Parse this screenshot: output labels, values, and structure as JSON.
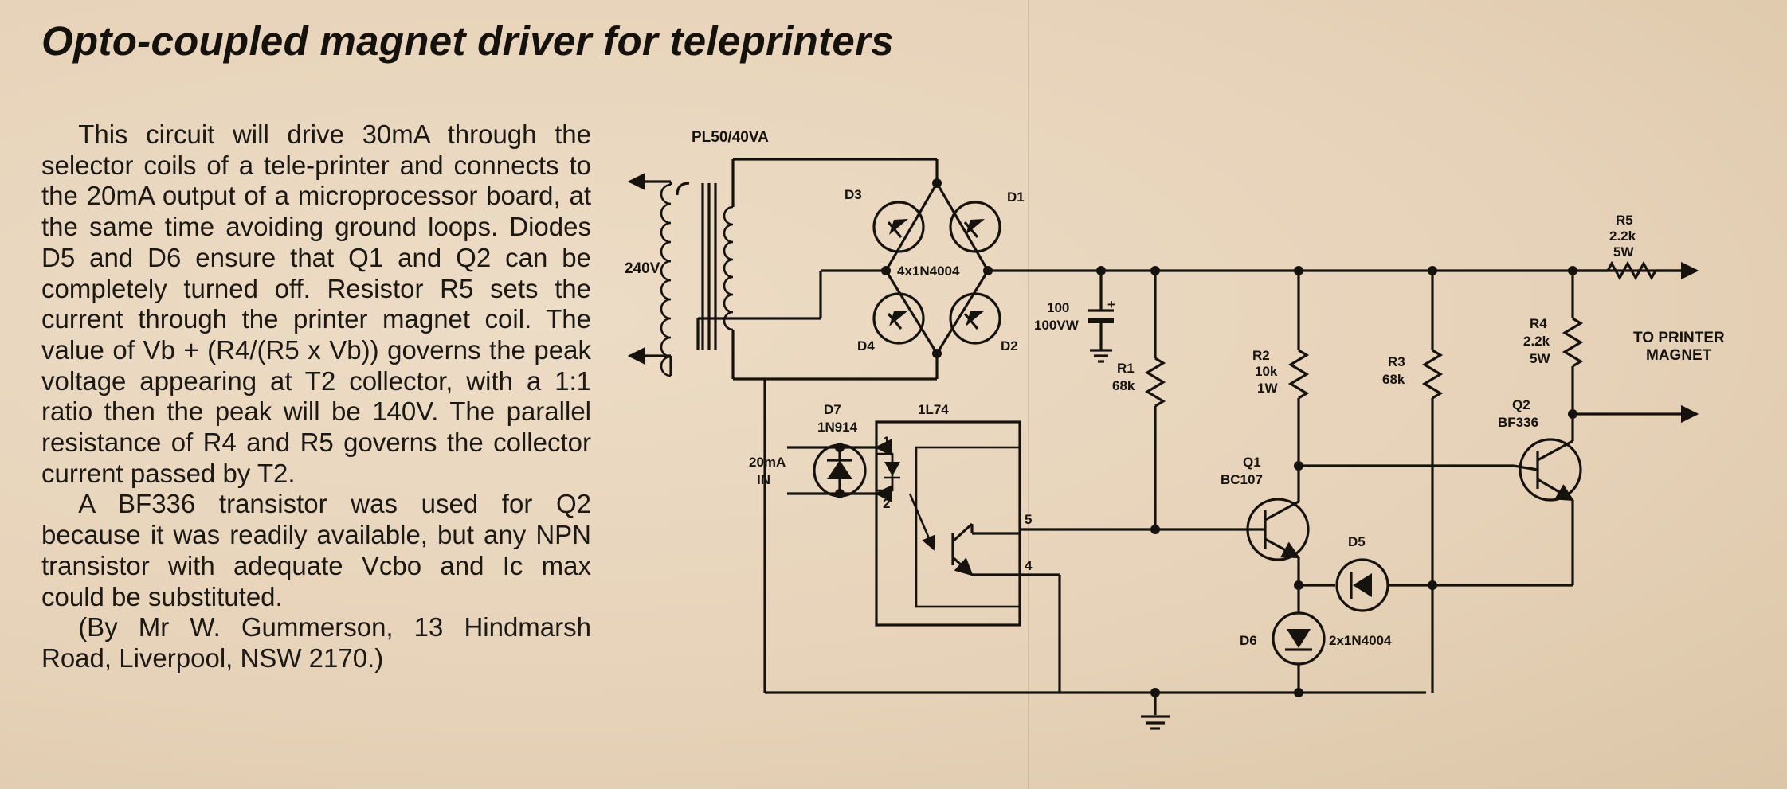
{
  "title": "Opto-coupled magnet driver for teleprinters",
  "article": {
    "paragraphs": [
      "This circuit will drive 30mA through the selector coils of a tele-printer and connects to the 20mA output of a microprocessor board, at the same time avoiding ground loops. Diodes D5 and D6 ensure that Q1 and Q2 can be completely turned off. Resistor R5 sets the current through the printer magnet coil. The value of Vb + (R4/(R5 x Vb)) governs the peak voltage appearing at T2 collector, with a 1:1 ratio then the peak will be 140V. The parallel resistance of R4 and R5 governs the collector current passed by T2.",
      "A BF336 transistor was used for Q2 because it was readily available, but any NPN transistor with adequate Vcbo and Ic max could be substituted.",
      "(By Mr W. Gummerson, 13 Hindmarsh Road, Liverpool, NSW 2170.)"
    ]
  },
  "schematic": {
    "transformer": "PL50/40VA",
    "mains": "240V",
    "d3": "D3",
    "d1": "D1",
    "d4": "D4",
    "d2": "D2",
    "bridge": "4x1N4004",
    "cap_value": "100",
    "cap_voltage": "100VW",
    "cap_plus": "+",
    "r1_name": "R1",
    "r1_value": "68k",
    "r2_name": "R2",
    "r2_value": "10k",
    "r2_power": "1W",
    "r3_name": "R3",
    "r3_value": "68k",
    "r4_name": "R4",
    "r4_value": "2.2k",
    "r4_power": "5W",
    "r5_name": "R5",
    "r5_value": "2.2k",
    "r5_power": "5W",
    "output_line1": "TO PRINTER",
    "output_line2": "MAGNET",
    "q2_name": "Q2",
    "q2_type": "BF336",
    "q1_name": "Q1",
    "q1_type": "BC107",
    "d7_name": "D7",
    "d7_type": "1N914",
    "input_line1": "20mA",
    "input_line2": "IN",
    "opto": "1L74",
    "pin1": "1",
    "pin2": "2",
    "pin5": "5",
    "pin4": "4",
    "d5": "D5",
    "d6": "D6",
    "d56_type": "2x1N4004"
  }
}
